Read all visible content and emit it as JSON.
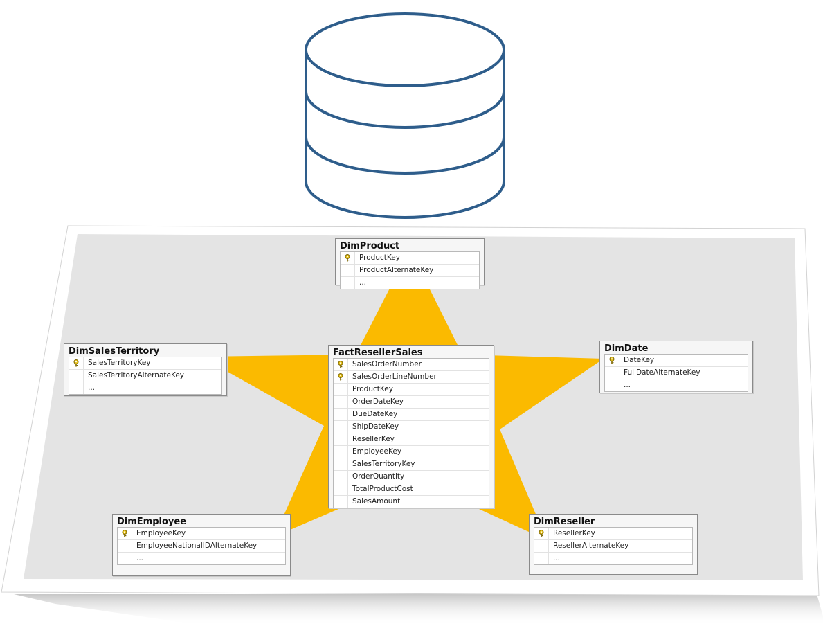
{
  "colors": {
    "star": "#FBBA00",
    "board_bg": "#E4E4E4",
    "db_stroke": "#2E5D8B"
  },
  "database_icon": {
    "name": "database-icon"
  },
  "tables": {
    "dim_product": {
      "title": "DimProduct",
      "rows": [
        {
          "label": "ProductKey",
          "key": true
        },
        {
          "label": "ProductAlternateKey",
          "key": false
        },
        {
          "label": "...",
          "key": false
        }
      ]
    },
    "dim_sales_territory": {
      "title": "DimSalesTerritory",
      "rows": [
        {
          "label": "SalesTerritoryKey",
          "key": true
        },
        {
          "label": "SalesTerritoryAlternateKey",
          "key": false
        },
        {
          "label": "...",
          "key": false
        }
      ]
    },
    "dim_date": {
      "title": "DimDate",
      "rows": [
        {
          "label": "DateKey",
          "key": true
        },
        {
          "label": "FullDateAlternateKey",
          "key": false
        },
        {
          "label": "...",
          "key": false
        }
      ]
    },
    "fact_reseller_sales": {
      "title": "FactResellerSales",
      "rows": [
        {
          "label": "SalesOrderNumber",
          "key": true
        },
        {
          "label": "SalesOrderLineNumber",
          "key": true
        },
        {
          "label": "ProductKey",
          "key": false
        },
        {
          "label": "OrderDateKey",
          "key": false
        },
        {
          "label": "DueDateKey",
          "key": false
        },
        {
          "label": "ShipDateKey",
          "key": false
        },
        {
          "label": "ResellerKey",
          "key": false
        },
        {
          "label": "EmployeeKey",
          "key": false
        },
        {
          "label": "SalesTerritoryKey",
          "key": false
        },
        {
          "label": "OrderQuantity",
          "key": false
        },
        {
          "label": "TotalProductCost",
          "key": false
        },
        {
          "label": "SalesAmount",
          "key": false
        }
      ]
    },
    "dim_employee": {
      "title": "DimEmployee",
      "rows": [
        {
          "label": "EmployeeKey",
          "key": true
        },
        {
          "label": "EmployeeNationalIDAlternateKey",
          "key": false
        },
        {
          "label": "...",
          "key": false
        }
      ]
    },
    "dim_reseller": {
      "title": "DimReseller",
      "rows": [
        {
          "label": "ResellerKey",
          "key": true
        },
        {
          "label": "ResellerAlternateKey",
          "key": false
        },
        {
          "label": "...",
          "key": false
        }
      ]
    }
  }
}
